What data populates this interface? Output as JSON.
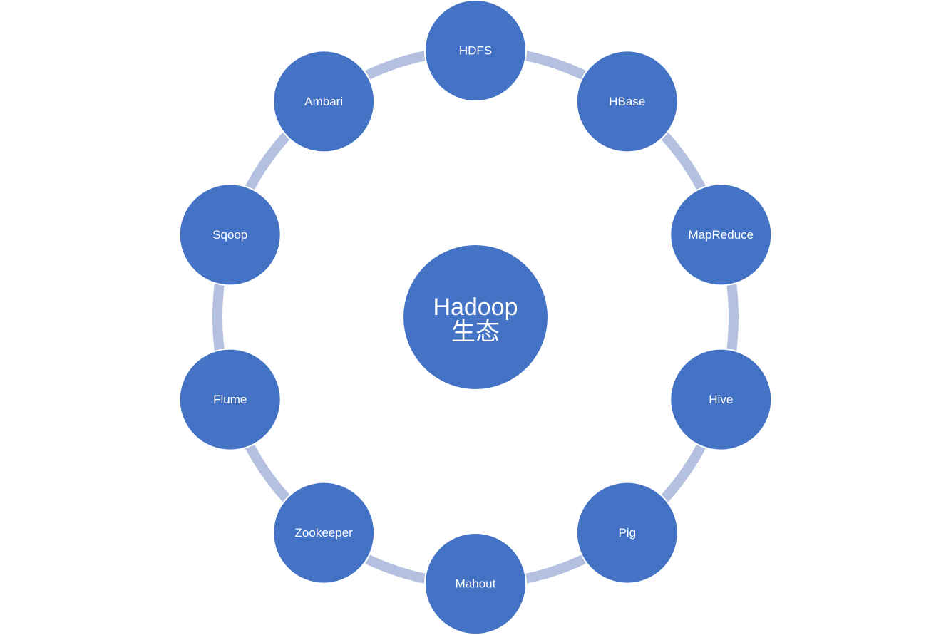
{
  "diagram": {
    "center": {
      "lines": [
        "Hadoop",
        "生态"
      ]
    },
    "nodes": [
      {
        "id": "hdfs",
        "label": "HDFS"
      },
      {
        "id": "hbase",
        "label": "HBase"
      },
      {
        "id": "mapreduce",
        "label": "MapReduce"
      },
      {
        "id": "hive",
        "label": "Hive"
      },
      {
        "id": "pig",
        "label": "Pig"
      },
      {
        "id": "mahout",
        "label": "Mahout"
      },
      {
        "id": "zookeeper",
        "label": "Zookeeper"
      },
      {
        "id": "flume",
        "label": "Flume"
      },
      {
        "id": "sqoop",
        "label": "Sqoop"
      },
      {
        "id": "ambari",
        "label": "Ambari"
      }
    ],
    "colors": {
      "node_fill": "#4472C4",
      "ring": "#B4C0E0",
      "text": "#FFFFFF"
    }
  }
}
